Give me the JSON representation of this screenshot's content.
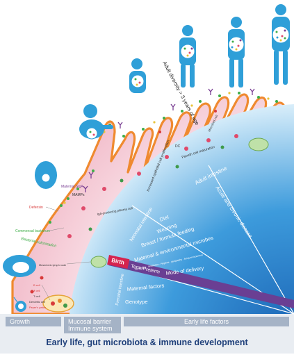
{
  "footer_title": "Early life, gut microbiota & immune development",
  "categories": {
    "growth": "Growth",
    "mucosal_line1": "Mucosal barrier",
    "mucosal_line2": "Immune system",
    "early_life": "Early life factors"
  },
  "factors": {
    "adult_intestine": "Adult intestine",
    "acute_chronic": "Acute and chronic disease",
    "neonatal_intestine": "Neonatal intestine",
    "diet": "Diet",
    "weaning": "Weaning",
    "feeding": "Breast / formula feeding",
    "maternal_env": "Maternal & environmental microbes",
    "family_size": "Family size · Antibiotics · Hygiene · geography · living environment",
    "birth": "Birth",
    "term_preterm": "Term/Preterm",
    "mode_delivery": "Mode of delivery",
    "prenatal_intestine": "Prenatal intestine",
    "maternal_factors": "Maternal factors",
    "genotype": "Genotype"
  },
  "annotations": {
    "adult_diversity": "Adult diversity > 3 years of age",
    "paneth": "Paneth cell maturation",
    "increased_proliferation": "Increased epithelial cell proliferation",
    "microfold": "Microfold cell",
    "dc": "DC",
    "iga_plasma": "IgA-producing plasma cell",
    "mamps": "MAMPs",
    "maternal_siga": "Maternal SIgA",
    "defensin": "Defensin",
    "commensal": "Commensal bacterium",
    "bacterial_colonization": "Bacterial colonization",
    "mesenteric": "Mesenteric lymph node",
    "b_cell": "B cell",
    "m_cell": "M cell",
    "t_cell": "T cell",
    "dendritic": "Dendritic cell",
    "peyers": "Peyer's patch"
  },
  "colors": {
    "figure_blue": "#2f9fd8",
    "title_navy": "#1e3f7a",
    "birth_band": "#6a3f93",
    "villus_orange": "#ef8a2f",
    "lamina_pink": "#f6cfd8",
    "category_grey": "#a5b3c6"
  }
}
